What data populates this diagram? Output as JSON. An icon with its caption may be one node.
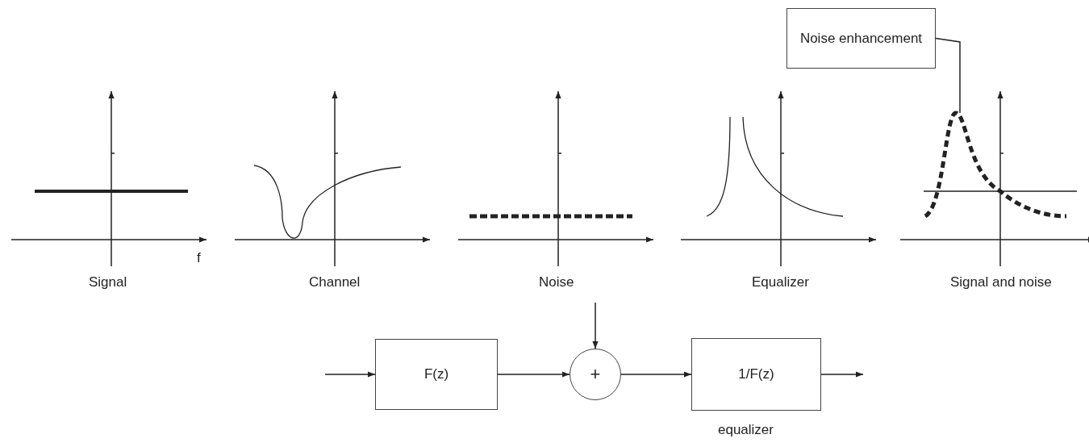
{
  "diagram": {
    "nodes": [
      {
        "text": [
          "Noise enhancement"
        ]
      },
      {
        "text": [
          "F(z)"
        ]
      },
      {
        "text": [
          "+"
        ]
      },
      {
        "text": [
          "1/F(z)"
        ],
        "beside": [
          "equalizer"
        ]
      }
    ],
    "edges": [
      {
        "from": 0,
        "to": null,
        "arrow": "none"
      },
      {
        "from": null,
        "to": 1,
        "arrow": "to"
      },
      {
        "from": 1,
        "to": 2,
        "arrow": "to"
      },
      {
        "from": null,
        "to": 2,
        "arrow": "to"
      },
      {
        "from": 2,
        "to": 3,
        "arrow": "to"
      },
      {
        "from": 3,
        "to": null,
        "arrow": "to"
      }
    ],
    "labels": [
      "f",
      "Signal",
      "Channel",
      "Noise",
      "Equalizer",
      "Signal and noise"
    ]
  }
}
